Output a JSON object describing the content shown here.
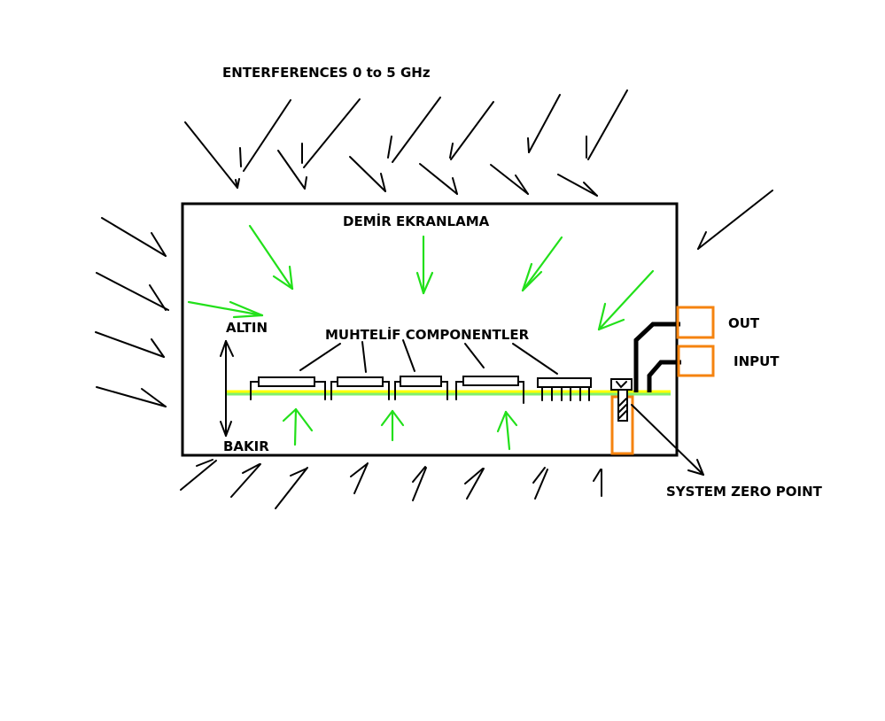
{
  "title": "ENTERFERENCES 0 to 5 GHz",
  "labels": {
    "shield": "DEMİR EKRANLAMA",
    "components": "MUHTELİF COMPONENTLER",
    "gold": "ALTIN",
    "copper": "BAKIR",
    "out": "OUT",
    "input": "INPUT",
    "zero_point": "SYSTEM ZERO POINT"
  },
  "colors": {
    "interference_arrows": "#000000",
    "internal_field_arrows": "#22e01a",
    "gold_layer": "#ffff00",
    "copper_layer": "#7fef6f",
    "connectors": "#f5830f",
    "enclosure": "#000000"
  },
  "components": [
    {
      "name": "component-1",
      "type": "resistor"
    },
    {
      "name": "component-2",
      "type": "resistor"
    },
    {
      "name": "component-3",
      "type": "resistor"
    },
    {
      "name": "component-4",
      "type": "resistor"
    },
    {
      "name": "component-5",
      "type": "ic-chip",
      "pins": 6
    }
  ],
  "ports": [
    "OUT",
    "INPUT"
  ]
}
